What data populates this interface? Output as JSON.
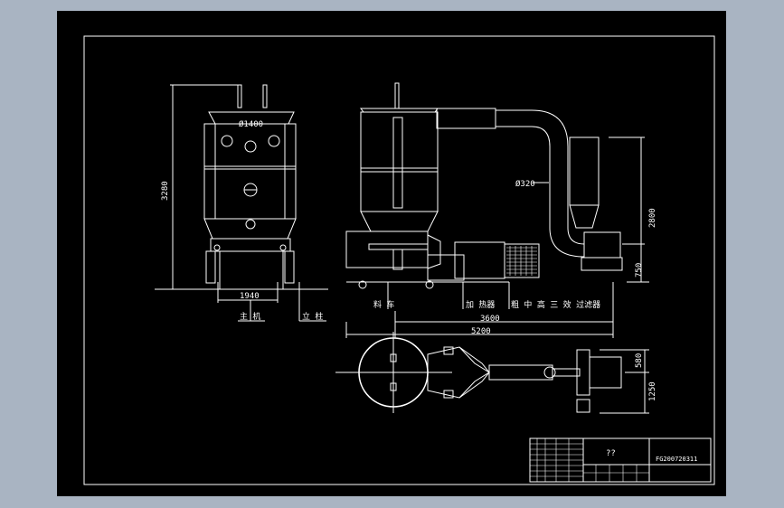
{
  "drawing": {
    "dims": {
      "h_3280": "3280",
      "d_1400": "Ø1400",
      "w_1940": "1940",
      "d_320": "Ø320",
      "h_2800": "2800",
      "h_750": "750",
      "w_3600": "3600",
      "w_5200": "5200",
      "w_580": "580",
      "w_1250": "1250"
    },
    "labels": {
      "main_machine": "主 机",
      "column": "立 柱",
      "feed": "料 车",
      "heater": "加 热器",
      "filters": "粗 中 高 三 效 过滤器"
    }
  },
  "title_block": {
    "name": "??",
    "code": "FG200720311"
  }
}
